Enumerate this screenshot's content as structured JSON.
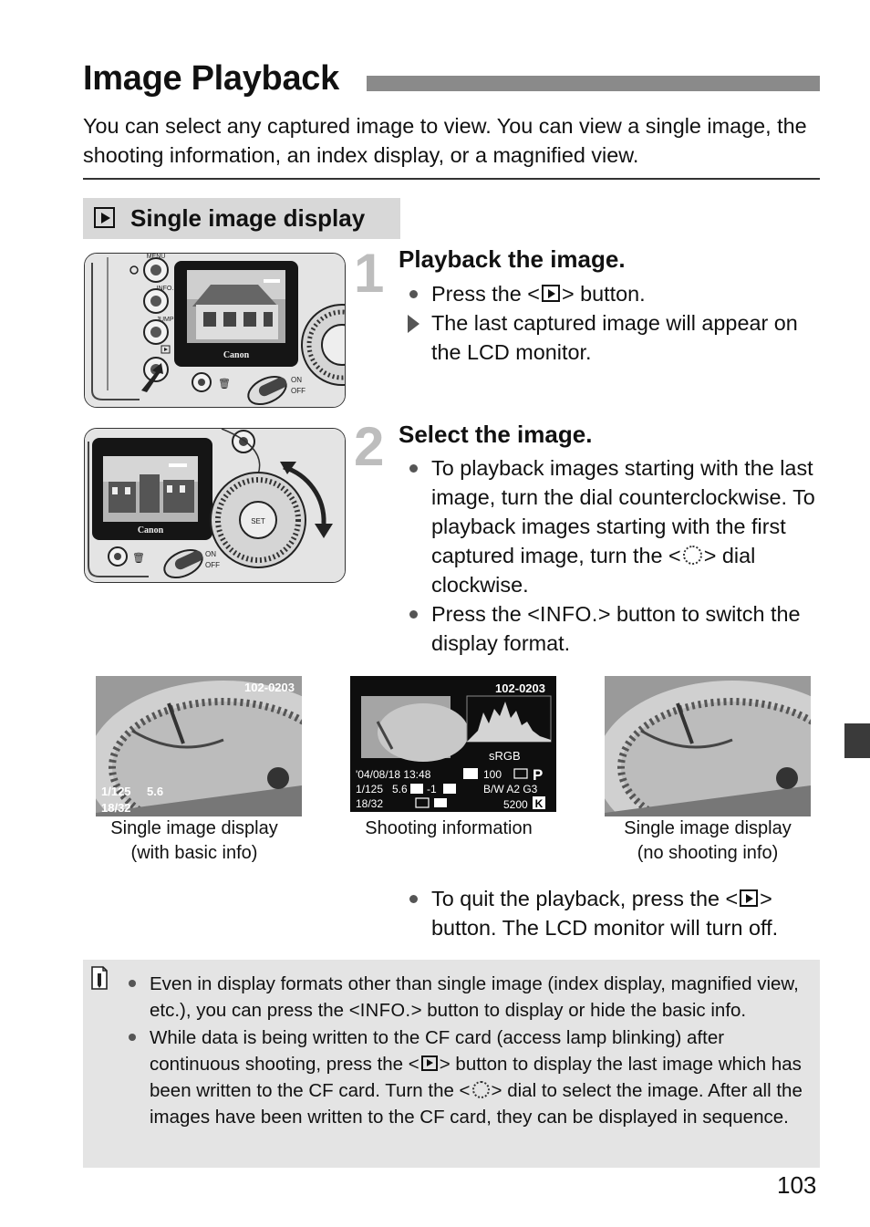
{
  "header": {
    "title": "Image Playback",
    "intro": "You can select any captured image to view.  You can view a single image, the shooting information, an index display, or a magnified view."
  },
  "section": {
    "label": "Single image display",
    "icon": "playback-icon"
  },
  "steps": [
    {
      "number": "1",
      "title": "Playback the image.",
      "bullets": [
        {
          "pre": "Press the <",
          "post": "> button."
        },
        {
          "text": "The last captured image will appear on the LCD monitor."
        }
      ],
      "camera": {
        "menu": "MENU",
        "info": "INFO.",
        "jump": "JUMP",
        "brand": "Canon",
        "on": "ON",
        "off": "OFF"
      }
    },
    {
      "number": "2",
      "title": "Select the image.",
      "bullets": [
        {
          "pre": "To playback images starting with the last image, turn the dial counterclockwise. To playback images starting with the first captured image, turn the <",
          "post": "> dial clockwise."
        },
        {
          "pre": "Press the <",
          "info": "INFO.",
          "post": "> button to switch the display format."
        }
      ],
      "camera": {
        "brand": "Canon",
        "set": "SET",
        "on": "ON",
        "off": "OFF"
      }
    }
  ],
  "displays": [
    {
      "caption_line1": "Single image display",
      "caption_line2": "(with basic info)",
      "file": "102-0203",
      "shutter": "1/125",
      "aperture": "5.6",
      "count": "18/32"
    },
    {
      "caption_line1": "Shooting information",
      "caption_line2": "",
      "file": "102-0203",
      "color_space": "sRGB",
      "mode": "P",
      "iso": "100",
      "row1": "'04/08/18 13:48",
      "row2a": "1/125",
      "row2b": "5.6",
      "row2c": "-1",
      "row2d": "B/W A2 G3",
      "row3a": "18/32",
      "row3b": "5200",
      "row3c": "K"
    },
    {
      "caption_line1": "Single image display",
      "caption_line2": "(no shooting info)"
    }
  ],
  "quit": {
    "pre": "To quit the playback, press the <",
    "post": "> button. The LCD monitor will turn off."
  },
  "note": {
    "icon": "note-icon",
    "bullets": [
      {
        "pre": "Even in display formats other than single image (index display, magnified view, etc.), you can press the <",
        "info": "INFO.",
        "post": "> button to display or hide the basic info."
      },
      {
        "pre": "While data is being written to the CF card (access lamp blinking) after continuous shooting, press the <",
        "mid": "> button to display the last image which has been written to the CF card. Turn the <",
        "post": "> dial to select the image. After all the images have been written to the CF card, they can be displayed in sequence."
      }
    ]
  },
  "page_number": "103"
}
